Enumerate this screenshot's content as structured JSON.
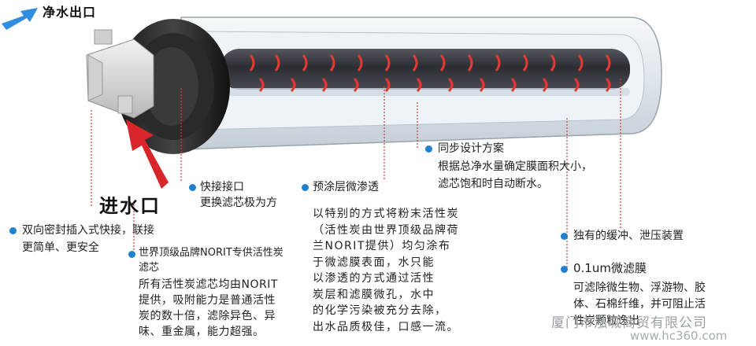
{
  "labels": {
    "outlet": "净水出口",
    "inlet": "进水口",
    "quick_connect_title": "快接接口",
    "quick_connect_desc": "更换滤芯极为方",
    "precoat_title": "预涂层微渗透",
    "precoat_desc": "以特别的方式将粉末活性炭\n（活性炭由世界顶级品牌荷\n兰NORIT提供）均匀涂布\n于微滤膜表面，水只能\n以渗透的方式通过活性\n炭层和滤膜微孔，水中\n的化学污染被充分去除，\n出水品质极佳，口感一流。",
    "sync_title": "同步设计方案",
    "sync_desc": "根据总净水量确定膜面积大小，\n滤芯饱和时自动断水。",
    "seal_title": "双向密封插入式快接，联接",
    "seal_desc": "更简单、更安全",
    "norit_title": "世界顶级品牌NORIT专供活性炭\n滤芯",
    "norit_desc": "所有活性炭滤芯均由NORIT\n提供，吸附能力是普通活性\n炭的数十倍，滤除异色、异\n味、重金属，能力超强。",
    "buffer_title": "独有的缓冲、泄压装置",
    "membrane_title": "0.1um微滤膜",
    "membrane_desc": "可滤除微生物、浮游物、胶\n体、石棉纤维，并可阻止活\n性炭颗粒逸出"
  },
  "watermark": {
    "company": "厦门市泓城商贸有限公司",
    "site": "www.hc360.com"
  },
  "colors": {
    "bullet": "#1f7fd0",
    "arrow_red": "#d8262a",
    "arrow_blue": "#2f8ee0",
    "rod": "#3d3d45",
    "tube": "#e8eef4"
  },
  "icons": [
    "outlet-arrow-icon",
    "inlet-arrow-icon",
    "bullet-dot-icon"
  ]
}
